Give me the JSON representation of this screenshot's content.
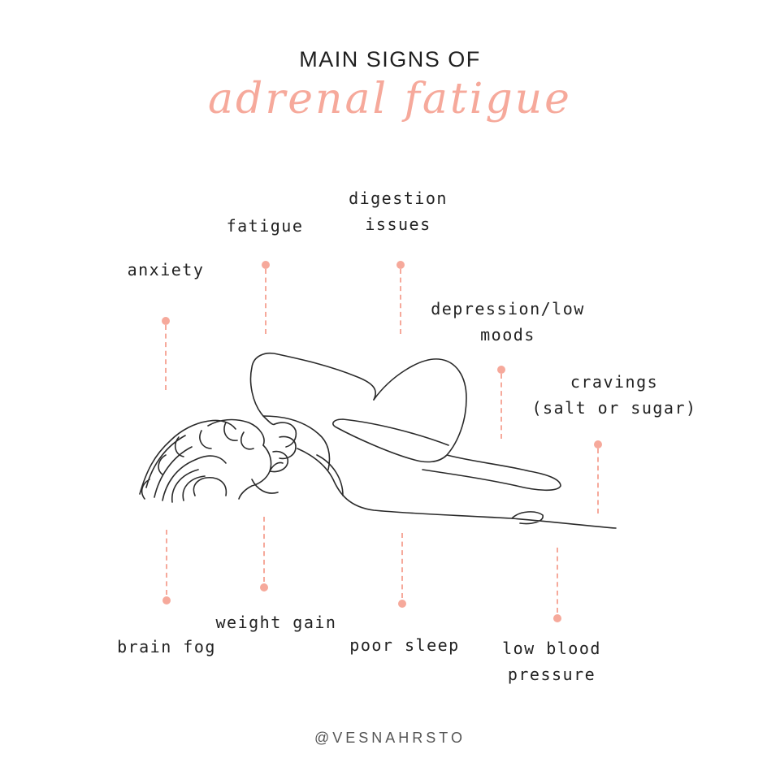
{
  "header": {
    "line1": "MAIN SIGNS OF",
    "line2": "adrenal fatigue"
  },
  "signs": {
    "anxiety": "anxiety",
    "fatigue": "fatigue",
    "digestion_1": "digestion",
    "digestion_2": "issues",
    "depression_1": "depression/low",
    "depression_2": "moods",
    "cravings_1": "cravings",
    "cravings_2": "(salt or sugar)",
    "brain_fog": "brain fog",
    "weight_gain": "weight gain",
    "poor_sleep": "poor sleep",
    "low_bp_1": "low blood",
    "low_bp_2": "pressure"
  },
  "footer": {
    "handle": "@VESNAHRSTO"
  },
  "colors": {
    "accent": "#f6a99b",
    "ink": "#1e1e1e",
    "line_art": "#2a2a2a"
  },
  "icons": {
    "illustration": "woman-lying-curled-line-art"
  }
}
